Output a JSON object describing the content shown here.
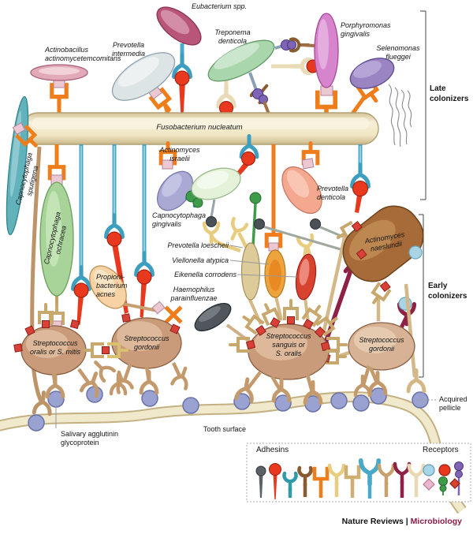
{
  "organisms": {
    "eubacterium": "Eubacterium spp.",
    "actinobacillus": "Actinobacillus\nactinomycetemcomitans",
    "prevotella_intermedia": "Prevotella\nintermedia",
    "treponema_denticola": "Treponema\ndenticola",
    "porphyromonas_gingivalis": "Porphyromonas\ngingivalis",
    "selenomonas_flueggei": "Selenomonas\nflueggei",
    "fusobacterium_nucleatum": "Fusobacterium nucleatum",
    "capnocytophaga_sputigena": "Capnocytophaga\nsputigena",
    "capnocytophaga_ochracea": "Capnocytophaga\nochracea",
    "capnocytophaga_gingivalis": "Capnocytophaga\ngingivalis",
    "actinomyces_israelii": "Actinomyces\nisraelii",
    "prevotella_denticola": "Prevotella\ndenticola",
    "actinomyces_naeslundii": "Actinomyces\nnaeslundii",
    "prevotella_loescheii": "Prevotella loescheii",
    "viellonella_atypica": "Viellonella atypica",
    "eikenella_corrodens": "Eikenella corrodens",
    "haemophilus_parainfluenzae": "Haemophilus\nparainfluenzae",
    "propionibacterium_acnes": "Propioni-\nbacterium\nacnes",
    "streptococcus_oralis_mitis": "Streptococcus\noralis or S. mitis",
    "streptococcus_gordonii_left": "Streptococcus\ngordonii",
    "streptococcus_sanguis_oralis": "Streptococcus\nsanguis or\nS. oralis",
    "streptococcus_gordonii_right": "Streptococcus\ngordonii"
  },
  "annotations": {
    "late_colonizers": "Late\ncolonizers",
    "early_colonizers": "Early\ncolonizers",
    "acquired_pellicle": "Acquired\npellicle",
    "tooth_surface": "Tooth surface",
    "salivary_agglutinin": "Salivary agglutinin\nglycoprotein"
  },
  "legend": {
    "adhesins_title": "Adhesins",
    "receptors_title": "Receptors",
    "adhesin_icons": [
      "gray-pin",
      "red-pin",
      "teal-cup",
      "brown-cup",
      "orange-bracket",
      "yellow-fork",
      "tan-bracket-fork",
      "blue-fork",
      "tan-fork",
      "maroon-fork",
      "cream-fork"
    ],
    "receptor_icons": [
      "light-blue-circle",
      "red-circle",
      "purple-double-ball",
      "pink-diamond",
      "green-double-ball",
      "red-diamond"
    ]
  },
  "footer": {
    "journal": "Nature Reviews",
    "separator": "|",
    "title": "Microbiology"
  },
  "palette": {
    "background": "#ffffff",
    "fusobacterium_bar": "#f0e6c6",
    "orange_adhesin": "#ef7d1a",
    "red_adhesin": "#e8391f",
    "blue_adhesin": "#4aa8c8",
    "tan_adhesin": "#c8a06c",
    "maroon_adhesin": "#8e2145",
    "cream_adhesin": "#ead8b2",
    "yellow_adhesin": "#e8cc80",
    "teal_cup": "#2f9aa8",
    "brown_cup": "#8a5a30",
    "pellicle_ball": "#9aa2d2",
    "streptococcus_body": "#c99b7a",
    "footer_accent": "#8c1c44"
  }
}
